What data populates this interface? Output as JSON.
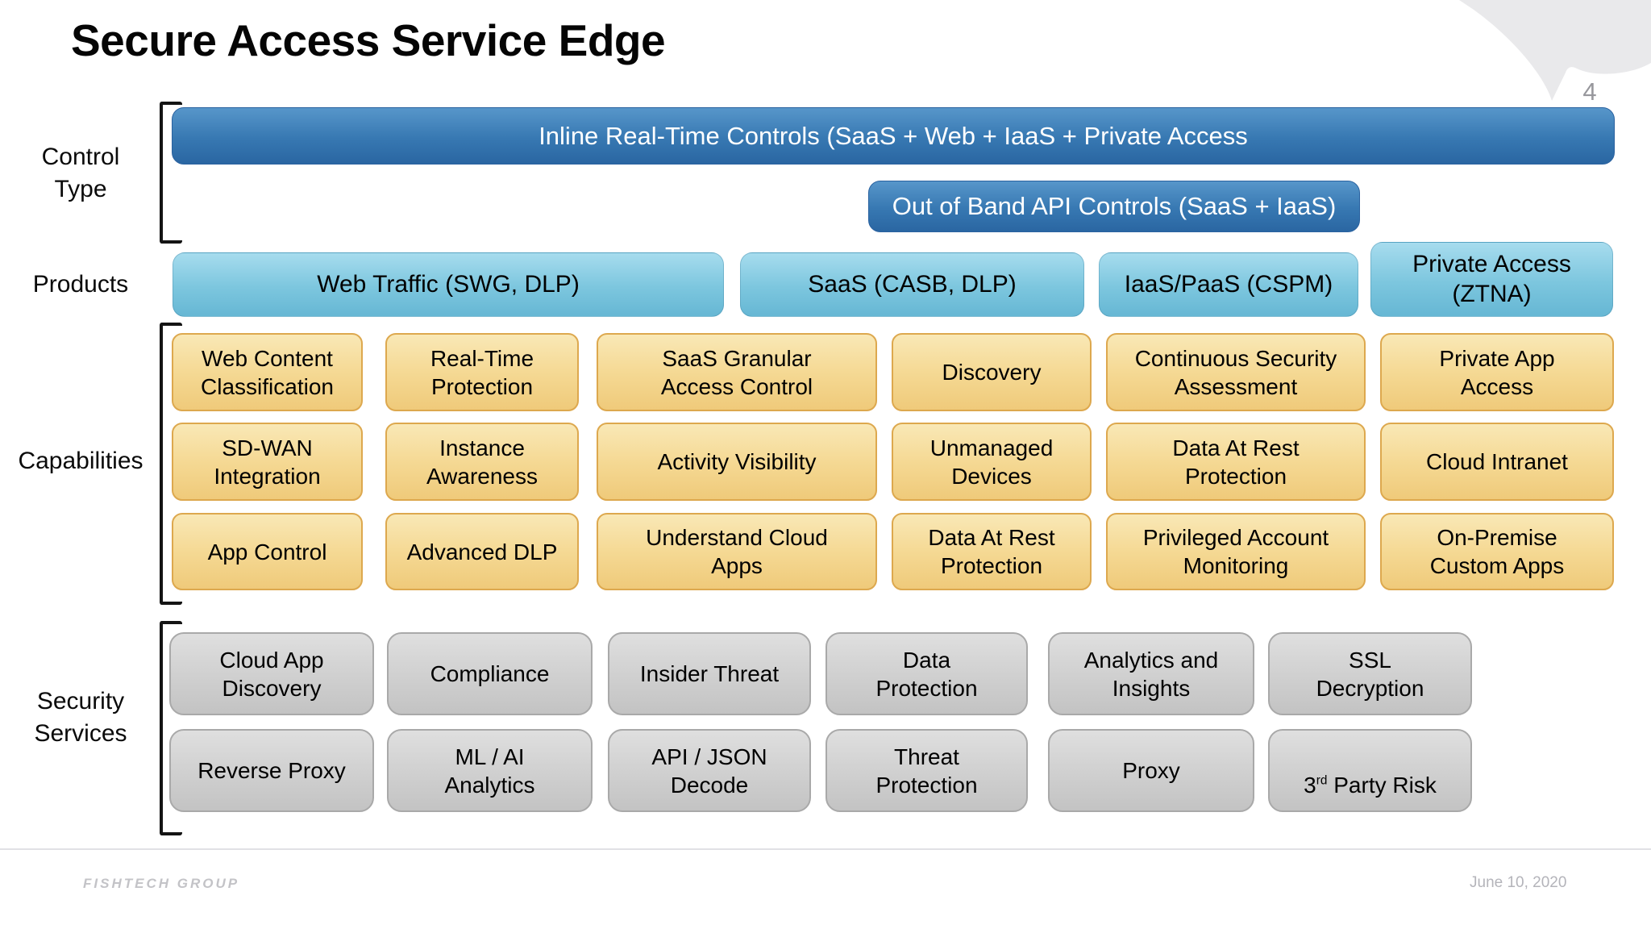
{
  "title": "Secure Access Service Edge",
  "page_number": "4",
  "row_labels": {
    "control_type_line1": "Control",
    "control_type_line2": "Type",
    "products": "Products",
    "capabilities": "Capabilities",
    "security_line1": "Security",
    "security_line2": "Services"
  },
  "control_type": {
    "inline_bar": "Inline Real-Time Controls (SaaS + Web + IaaS + Private Access",
    "out_of_band_bar": "Out of Band API Controls (SaaS + IaaS)"
  },
  "products": [
    "Web Traffic (SWG, DLP)",
    "SaaS (CASB, DLP)",
    "IaaS/PaaS (CSPM)",
    "Private Access\n(ZTNA)"
  ],
  "capabilities": {
    "row1": [
      "Web Content\nClassification",
      "Real-Time\nProtection",
      "SaaS Granular\nAccess Control",
      "Discovery",
      "Continuous Security\nAssessment",
      "Private App\nAccess"
    ],
    "row2": [
      "SD-WAN\nIntegration",
      "Instance\nAwareness",
      "Activity Visibility",
      "Unmanaged\nDevices",
      "Data At Rest\nProtection",
      "Cloud Intranet"
    ],
    "row3": [
      "App Control",
      "Advanced DLP",
      "Understand Cloud\nApps",
      "Data At Rest\nProtection",
      "Privileged Account\nMonitoring",
      "On-Premise\nCustom Apps"
    ]
  },
  "security_services": {
    "row1": [
      "Cloud App\nDiscovery",
      "Compliance",
      "Insider Threat",
      "Data\nProtection",
      "Analytics and\nInsights",
      "SSL\nDecryption"
    ],
    "row2": [
      "Reverse Proxy",
      "ML / AI\nAnalytics",
      "API / JSON\nDecode",
      "Threat\nProtection",
      "Proxy"
    ],
    "third_party": {
      "num": "3",
      "ord": "rd",
      "rest": "Party Risk"
    }
  },
  "footer": {
    "company": "FISHTECH GROUP",
    "date": "June 10, 2020"
  },
  "colors": {
    "dark_blue_top": "#5796ca",
    "dark_blue_bottom": "#2a66a2",
    "light_blue_top": "#a7dcee",
    "light_blue_bottom": "#66b7d4",
    "yellow_top": "#f9e8b6",
    "yellow_bottom": "#efca7a",
    "yellow_border": "#dda84e",
    "gray_top": "#dfdfdf",
    "gray_bottom": "#c3c3c3",
    "gray_border": "#a9a9a9",
    "bubble_gray": "#e9e9eb"
  }
}
